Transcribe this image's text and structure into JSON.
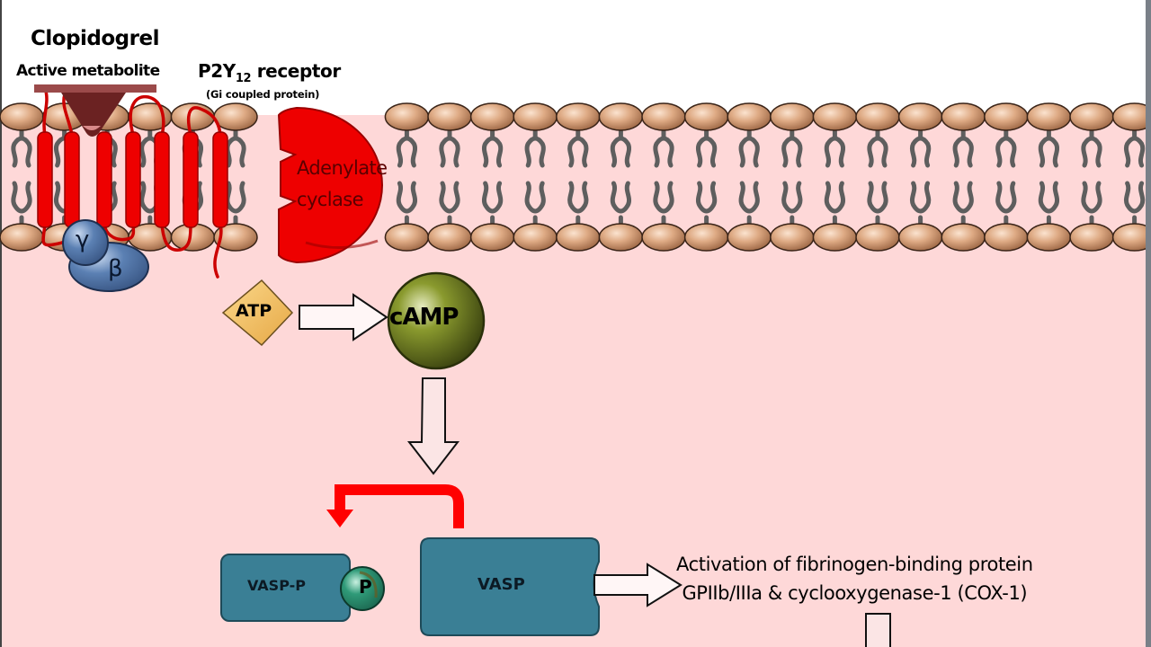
{
  "diagram": {
    "title": "Clopidogrel",
    "subtitle": "Active metabolite",
    "receptor": {
      "name": "P2Y",
      "subscript": "12",
      "suffix": " receptor",
      "note": "(Gi coupled protein)"
    },
    "enzyme": {
      "line1": "Adenylate",
      "line2": "cyclase"
    },
    "g_protein": {
      "gamma": "γ",
      "beta": "β"
    },
    "substrate": "ATP",
    "product": "cAMP",
    "vasp_phosphorylated": "VASP-P",
    "phosphate": "P",
    "vasp": "VASP",
    "outcome": {
      "line1": "Activation of fibrinogen-binding protein",
      "line2": "GPIIb/IIIa & cyclooxygenase-1 (COX-1)"
    }
  },
  "colors": {
    "background_cytoplasm": "#fed8d8",
    "background_outside": "#ffffff",
    "receptor_red": "#ee0000",
    "metabolite": "#6b2222",
    "metabolite_bar": "#9b4a4a",
    "lipid_head": "#d9a07a",
    "lipid_tail": "#6f6f6f",
    "g_protein_blue": "#4a6fa0",
    "atp_yellow": "#f5c65c",
    "camp_olive": "#5d6a1c",
    "vasp_teal": "#3a7f95",
    "phosphate_green": "#2e8b6e",
    "feedback_arrow": "#ff0000"
  }
}
